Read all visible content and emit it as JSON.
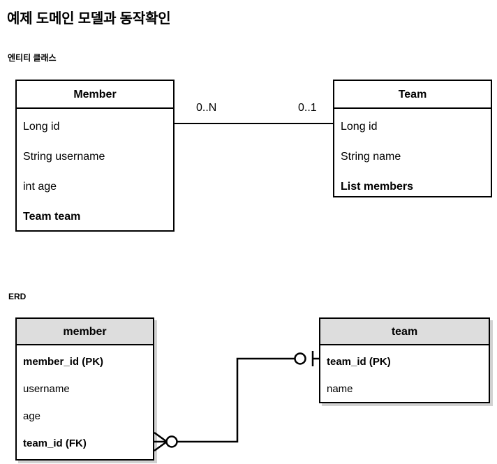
{
  "page": {
    "title": "예제 도메인 모델과 동작확인",
    "section_entity_label": "엔티티 클래스",
    "section_erd_label": "ERD",
    "background_color": "#ffffff",
    "line_color": "#000000",
    "erd_header_fill": "#dddddd"
  },
  "uml": {
    "classes": [
      {
        "name": "Member",
        "fields": [
          {
            "text": "Long id",
            "bold": false
          },
          {
            "text": "String username",
            "bold": false
          },
          {
            "text": "int age",
            "bold": false
          },
          {
            "text": "Team team",
            "bold": true
          }
        ]
      },
      {
        "name": "Team",
        "fields": [
          {
            "text": "Long id",
            "bold": false
          },
          {
            "text": "String name",
            "bold": false
          },
          {
            "text": "List members",
            "bold": true
          }
        ]
      }
    ],
    "association": {
      "multiplicity_left": "0..N",
      "multiplicity_right": "0..1"
    }
  },
  "erd": {
    "tables": [
      {
        "name": "member",
        "columns": [
          {
            "text": "member_id (PK)",
            "bold": true
          },
          {
            "text": "username",
            "bold": false
          },
          {
            "text": "age",
            "bold": false
          },
          {
            "text": "team_id (FK)",
            "bold": true
          }
        ]
      },
      {
        "name": "team",
        "columns": [
          {
            "text": "team_id (PK)",
            "bold": true
          },
          {
            "text": "name",
            "bold": false
          }
        ]
      }
    ],
    "relationship": {
      "member_side_notation": "zero-or-many-crowsfoot",
      "team_side_notation": "zero-or-one"
    }
  }
}
